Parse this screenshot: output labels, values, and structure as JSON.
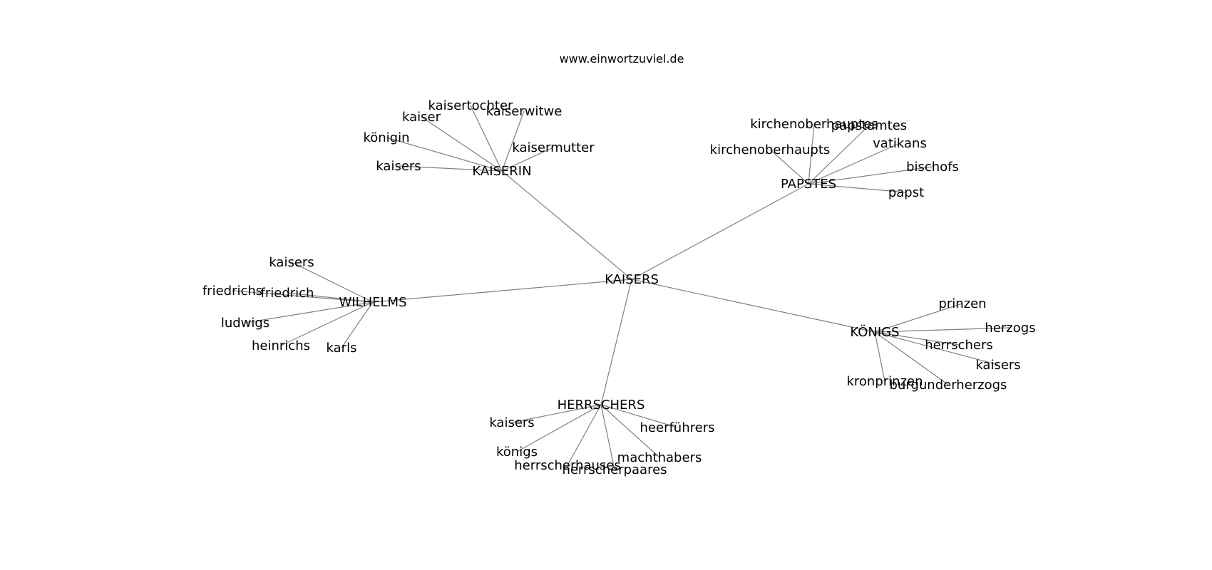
{
  "site": "www.einwortzuviel.de",
  "graph": {
    "center": "KAISERS",
    "groups": [
      {
        "id": "kaiserin",
        "label": "KAISERIN",
        "children": [
          "kaisertochter",
          "kaiserwitwe",
          "kaiser",
          "königin",
          "kaisermutter",
          "kaisers"
        ]
      },
      {
        "id": "papstes",
        "label": "PAPSTES",
        "children": [
          "kirchenoberhauptes",
          "papstamtes",
          "vatikans",
          "kirchenoberhaupts",
          "bischofs",
          "papst"
        ]
      },
      {
        "id": "wilhelms",
        "label": "WILHELMS",
        "children": [
          "kaisers",
          "friedrichs",
          "friedrich",
          "ludwigs",
          "heinrichs",
          "karls"
        ]
      },
      {
        "id": "koenigs",
        "label": "KÖNIGS",
        "children": [
          "prinzen",
          "herzogs",
          "herrschers",
          "kaisers",
          "kronprinzen",
          "burgunderherzogs"
        ]
      },
      {
        "id": "herrschers",
        "label": "HERRSCHERS",
        "children": [
          "kaisers",
          "heerführers",
          "königs",
          "machthabers",
          "herrscherhauses",
          "herrscherpaares"
        ]
      }
    ]
  }
}
